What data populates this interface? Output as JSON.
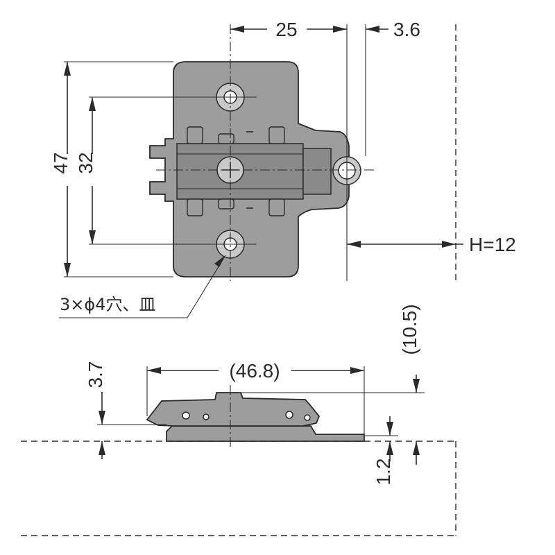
{
  "dimensions": {
    "top_width": "25",
    "top_offset": "3.6",
    "height_outer": "47",
    "height_inner": "32",
    "height_h": "H=12",
    "side_length": "(46.8)",
    "side_height": "3.7",
    "side_total": "(10.5)",
    "side_base": "1.2"
  },
  "note": {
    "holes": "3×ϕ4穴、皿"
  }
}
